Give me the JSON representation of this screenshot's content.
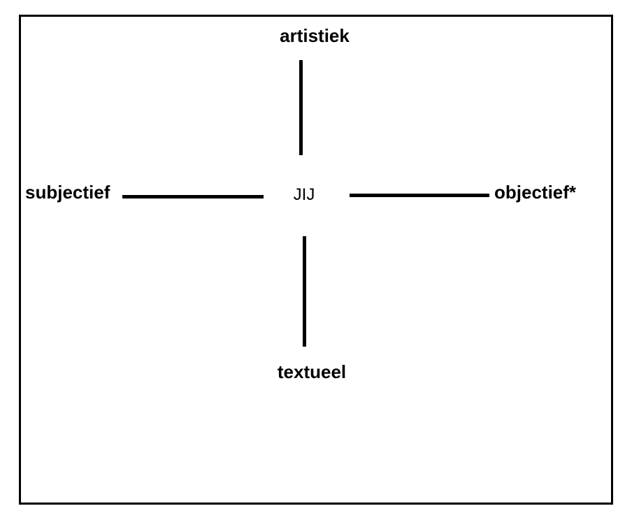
{
  "diagram": {
    "center_label": "JIJ",
    "axes": {
      "top": "artistiek",
      "bottom": "textueel",
      "left": "subjectief",
      "right": "objectief*"
    },
    "colors": {
      "line": "#000000",
      "text": "#000000",
      "border": "#000000",
      "background": "#ffffff"
    }
  }
}
